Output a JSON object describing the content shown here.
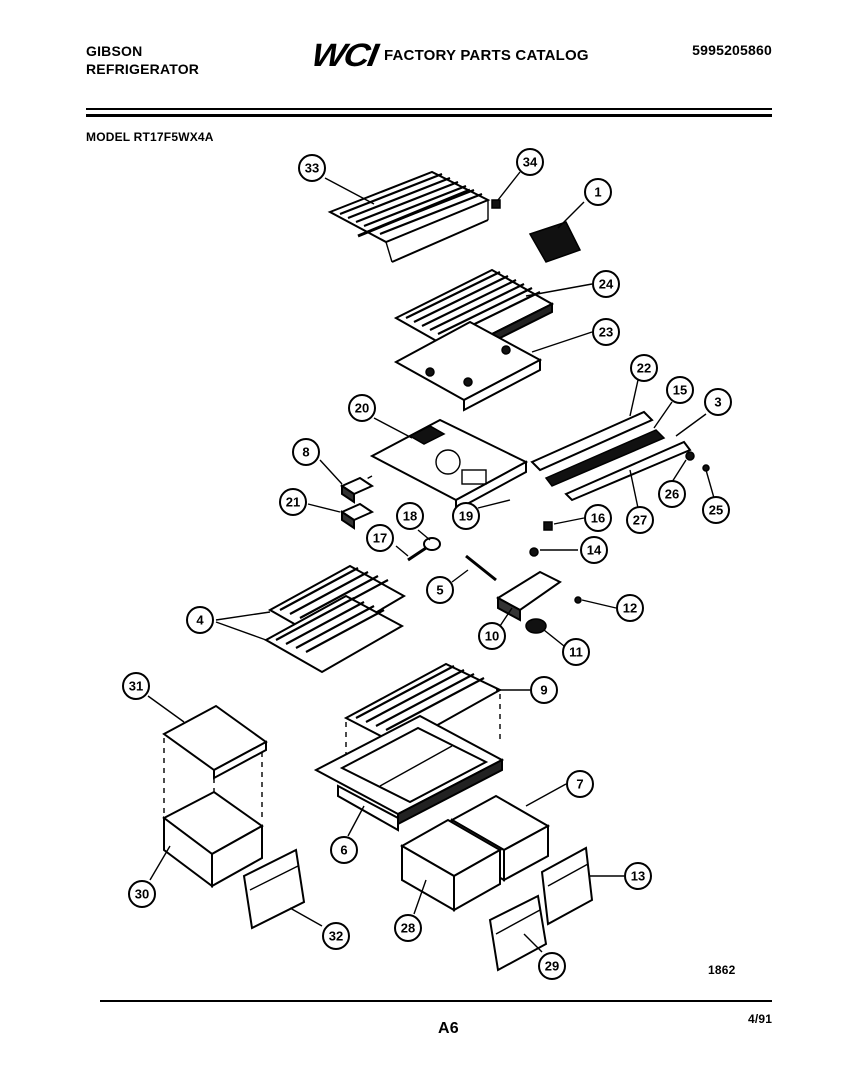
{
  "header": {
    "brand_line1": "GIBSON",
    "brand_line2": "REFRIGERATOR",
    "logo_text": "WCI",
    "catalog_title": "FACTORY PARTS CATALOG",
    "document_number": "5995205860"
  },
  "model_label": "MODEL RT17F5WX4A",
  "footer": {
    "diagram_number": "1862",
    "page_id": "A6",
    "date": "4/91"
  },
  "callouts": [
    "33",
    "34",
    "1",
    "24",
    "23",
    "22",
    "15",
    "3",
    "20",
    "8",
    "21",
    "26",
    "25",
    "27",
    "19",
    "16",
    "18",
    "17",
    "14",
    "5",
    "12",
    "4",
    "10",
    "11",
    "9",
    "31",
    "7",
    "6",
    "13",
    "30",
    "28",
    "32",
    "29"
  ]
}
